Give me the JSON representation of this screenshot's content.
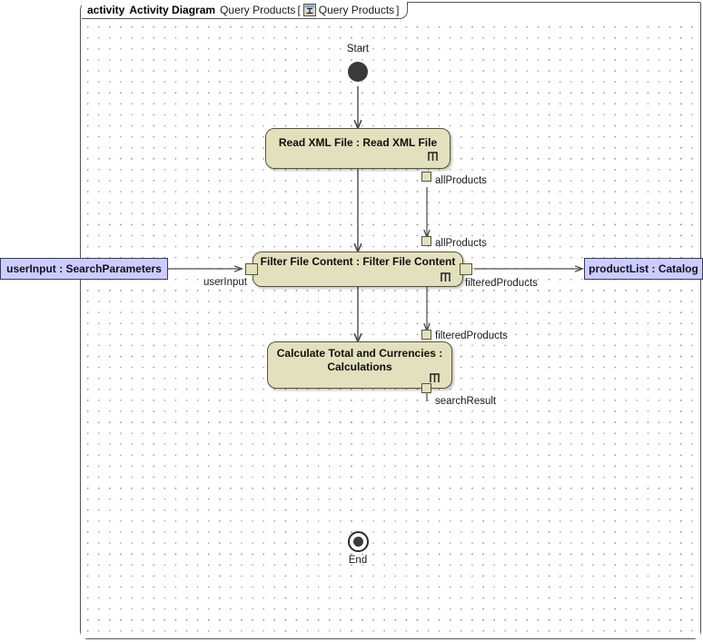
{
  "frame": {
    "keyword": "activity",
    "type_label": "Activity Diagram",
    "diagram_name": "Query Products",
    "bracket_open": "[",
    "bracket_close": "]",
    "tab_icon": "activity-diagram-icon",
    "scoped_name": "Query Products"
  },
  "colors": {
    "action_fill": "#E2E0BD",
    "action_border": "#55553A",
    "object_fill": "#CCCCFF",
    "object_border": "#39395E",
    "node_fill": "#3A3A3A",
    "grid_dot": "#8A8A8A",
    "frame_border": "#555555",
    "edge": "#4A4A4A"
  },
  "nodes": {
    "start": {
      "caption": "Start",
      "icon": "initial-node-icon"
    },
    "read_xml": {
      "label": "Read XML File : Read XML File",
      "rake": "rake-icon"
    },
    "filter": {
      "label": "Filter File Content : Filter File Content",
      "rake": "rake-icon"
    },
    "calculate": {
      "label": "Calculate Total and Currencies :\nCalculations",
      "rake": "rake-icon"
    },
    "end": {
      "caption": "End",
      "icon": "final-node-icon"
    },
    "user_input": {
      "label": "userInput : SearchParameters"
    },
    "product_list": {
      "label": "productList : Catalog"
    }
  },
  "pins": {
    "read_xml_out": "allProducts",
    "filter_in_all": "allProducts",
    "filter_in_user": "userInput",
    "filter_out": "filteredProducts",
    "calc_in": "filteredProducts",
    "calc_out": "searchResult"
  }
}
